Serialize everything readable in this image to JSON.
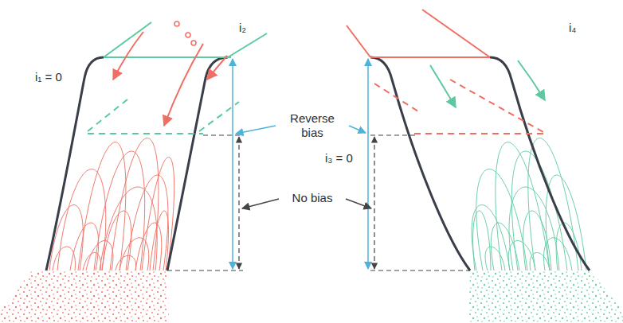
{
  "diagram": {
    "labels": [
      "i₁ = 0",
      "i₂",
      "Reverse bias",
      "No bias",
      "i₃ = 0",
      "i₄"
    ]
  }
}
